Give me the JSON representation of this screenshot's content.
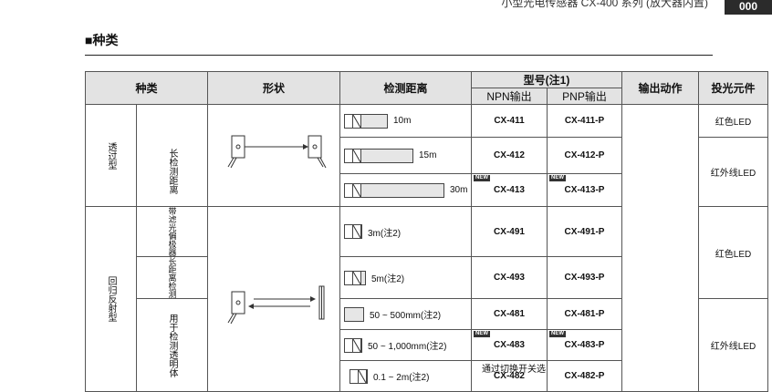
{
  "header": {
    "title": "小型光电传感器 CX-400 系列 (放大器内置)",
    "page": "000"
  },
  "section": {
    "title": "■种类"
  },
  "table": {
    "headers": {
      "kind": "种类",
      "shape": "形状",
      "distance": "检测距离",
      "model": "型号(注1)",
      "npn": "NPN输出",
      "pnp": "PNP输出",
      "action": "输出动作",
      "emitter": "投光元件"
    },
    "groups": {
      "thru": "透过型",
      "retro": "回归反射型"
    },
    "subgroups": {
      "long": "长检测距离",
      "polar": "带滤光偏极器",
      "longdist": "长距离检测",
      "transparent": "用于检测透明体"
    },
    "rows": [
      {
        "distance": "10m",
        "npn": "CX-411",
        "pnp": "CX-411-P",
        "new": false
      },
      {
        "distance": "15m",
        "npn": "CX-412",
        "pnp": "CX-412-P",
        "new": false
      },
      {
        "distance": "30m",
        "npn": "CX-413",
        "pnp": "CX-413-P",
        "new": true
      },
      {
        "distance": "3m(注2)",
        "npn": "CX-491",
        "pnp": "CX-491-P",
        "new": false
      },
      {
        "distance": "5m(注2)",
        "npn": "CX-493",
        "pnp": "CX-493-P",
        "new": false
      },
      {
        "distance": "50 ~ 500mm(注2)",
        "npn": "CX-481",
        "pnp": "CX-481-P",
        "new": false
      },
      {
        "distance": "50 ~ 1,000mm(注2)",
        "npn": "CX-483",
        "pnp": "CX-483-P",
        "new": true
      },
      {
        "distance": "0.1 ~ 2m(注2)",
        "npn": "CX-482",
        "pnp": "CX-482-P",
        "new": false
      }
    ],
    "emitters": {
      "red": "红色LED",
      "ir": "红外线LED"
    },
    "new_badge": "NEW",
    "action_text": "通过切换开关选"
  }
}
